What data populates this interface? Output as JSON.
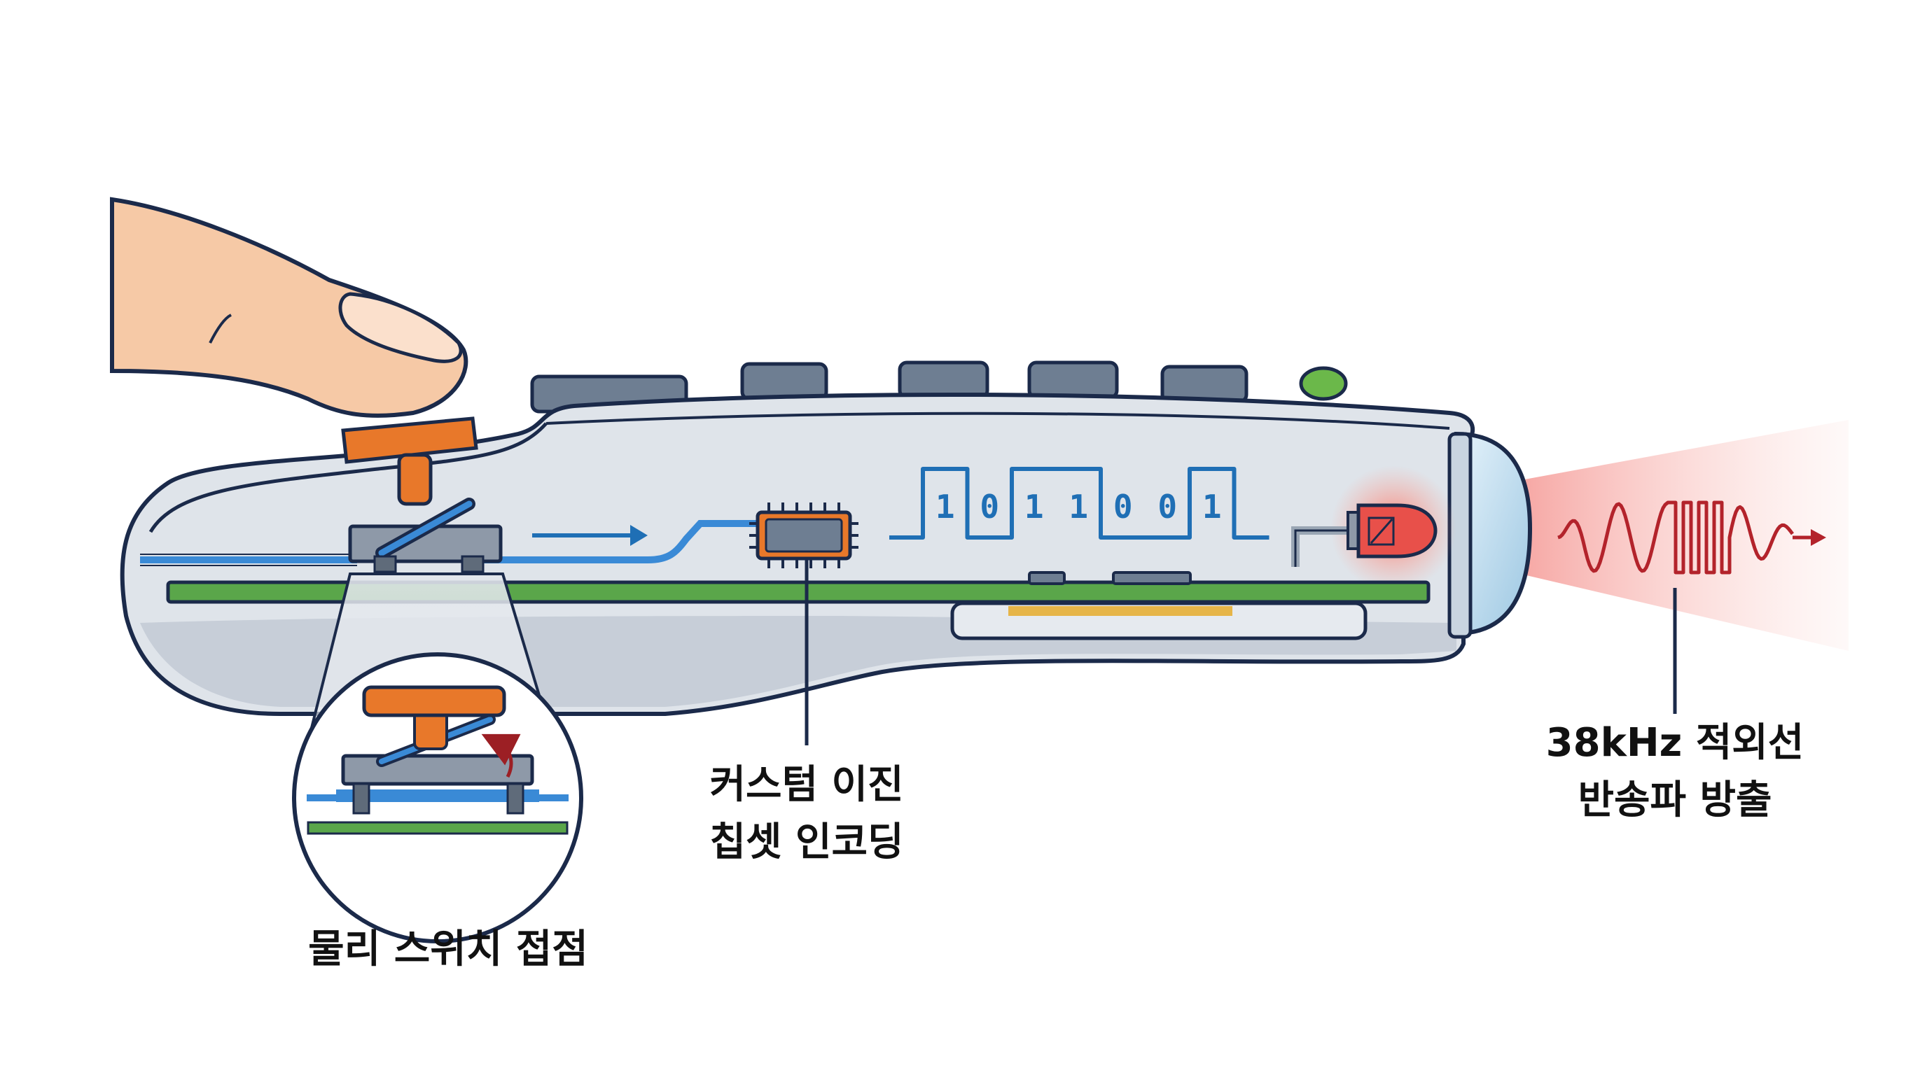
{
  "labels": {
    "switch": "물리 스위치 접점",
    "chip_line1": "커스텀 이진",
    "chip_line2": "칩셋 인코딩",
    "ir_line1": "38kHz 적외선",
    "ir_line2": "반송파 방출"
  },
  "binary_code": [
    "1",
    "0",
    "1",
    "1",
    "0",
    "0",
    "1"
  ],
  "colors": {
    "outline": "#1b2a4a",
    "shell": "#d6dbe2",
    "wire": "#3a8ad6",
    "pcb": "#5aa64a",
    "button": "#e8782a",
    "signal": "#1f6fb5",
    "ir_wave": "#b3232b",
    "skin": "#f6c9a6"
  }
}
